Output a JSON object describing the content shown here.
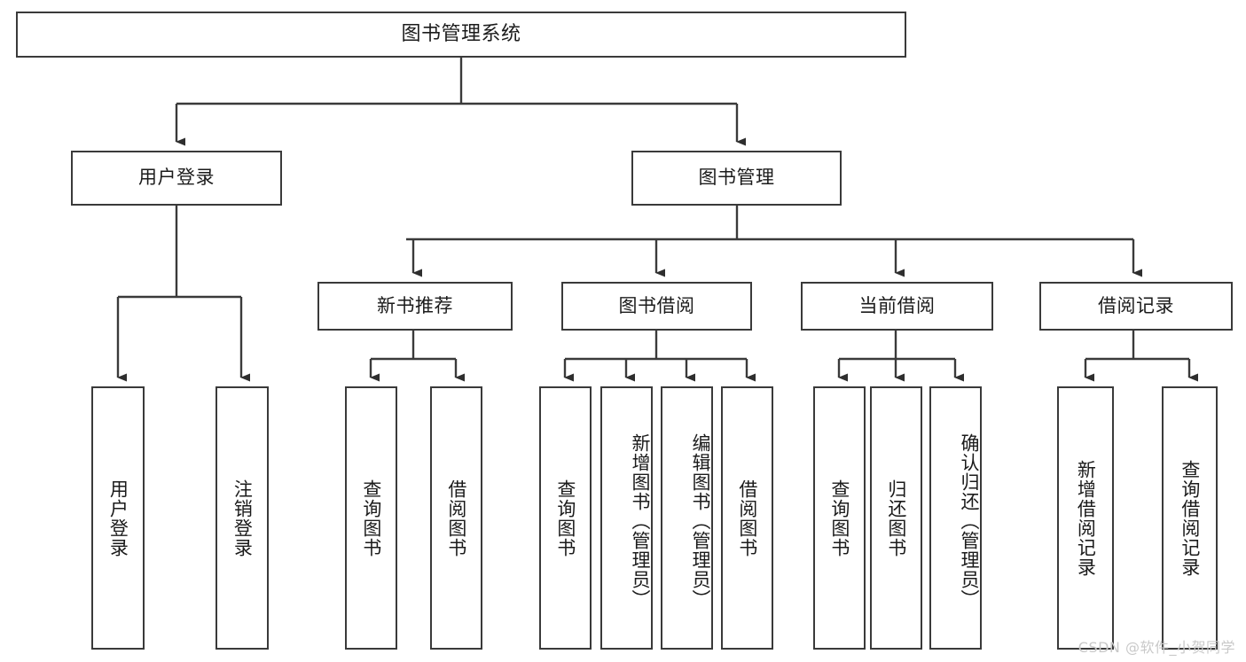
{
  "diagram": {
    "title": "图书管理系统",
    "type": "tree",
    "orientation": "top-down",
    "line_color": "#3a3a3a",
    "node_fill": "#ffffff",
    "text_color": "#1b1b1b",
    "watermark": "CSDN @软件_小贺同学",
    "nodes": {
      "root": {
        "label": "图书管理系统"
      },
      "level2": [
        {
          "id": "user-login",
          "label": "用户登录"
        },
        {
          "id": "book-manage",
          "label": "图书管理"
        }
      ],
      "level3": [
        {
          "id": "new-book-rec",
          "label": "新书推荐"
        },
        {
          "id": "book-borrow",
          "label": "图书借阅"
        },
        {
          "id": "current-borrow",
          "label": "当前借阅"
        },
        {
          "id": "borrow-record",
          "label": "借阅记录"
        }
      ],
      "leaves": {
        "user_login": [
          {
            "id": "leaf-user-login",
            "label": "用户登录"
          },
          {
            "id": "leaf-logout-login",
            "label": "注销登录"
          }
        ],
        "new_book_rec": [
          {
            "id": "leaf-query-book-1",
            "label": "查询图书"
          },
          {
            "id": "leaf-borrow-book-1",
            "label": "借阅图书"
          }
        ],
        "book_borrow": [
          {
            "id": "leaf-query-book-2",
            "label": "查询图书"
          },
          {
            "id": "leaf-add-book",
            "label": "新增图书（管理员）"
          },
          {
            "id": "leaf-edit-book",
            "label": "编辑图书（管理员）"
          },
          {
            "id": "leaf-borrow-book-2",
            "label": "借阅图书"
          }
        ],
        "current_borrow": [
          {
            "id": "leaf-query-book-3",
            "label": "查询图书"
          },
          {
            "id": "leaf-return-book",
            "label": "归还图书"
          },
          {
            "id": "leaf-confirm-return",
            "label": "确认归还（管理员）"
          }
        ],
        "borrow_record": [
          {
            "id": "leaf-add-record",
            "label": "新增借阅记录"
          },
          {
            "id": "leaf-query-record",
            "label": "查询借阅记录"
          }
        ]
      }
    }
  }
}
